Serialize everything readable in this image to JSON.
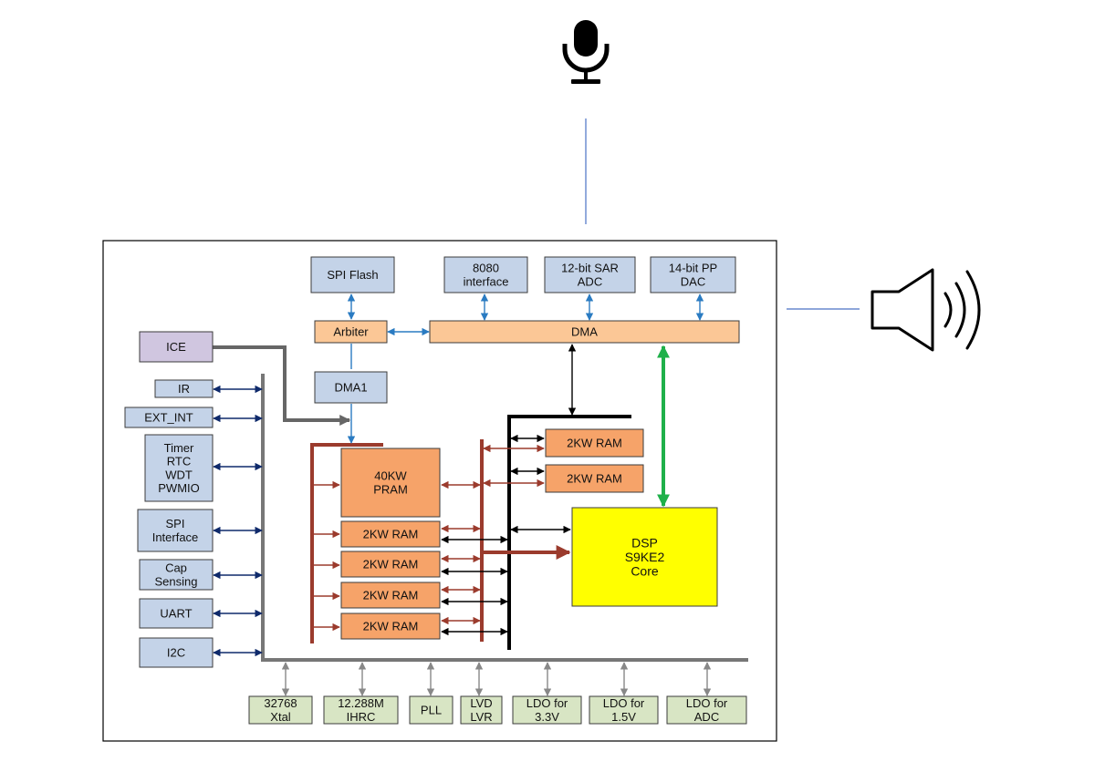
{
  "colors": {
    "blue_box": "#c4d3e8",
    "orange_box": "#f6a369",
    "light_orange": "#fbc796",
    "yellow": "#ffff00",
    "lavender": "#d0c6e0",
    "green_box": "#d8e5c4",
    "dark_red": "#9b3b2d",
    "green_arrow": "#1fb04a",
    "navy": "#0f2a6b",
    "blue_arrow": "#2a7bc2",
    "gray": "#777777",
    "line_blue": "#4a72c4"
  },
  "icons": {
    "microphone": "microphone-icon",
    "speaker": "speaker-icon"
  },
  "top_blocks": {
    "spi_flash": [
      "SPI Flash"
    ],
    "interface_8080": [
      "8080",
      "interface"
    ],
    "adc": [
      "12-bit SAR",
      "ADC"
    ],
    "dac": [
      "14-bit PP",
      "DAC"
    ]
  },
  "bus_blocks": {
    "arbiter": "Arbiter",
    "dma": "DMA",
    "dma1": "DMA1",
    "ice": "ICE"
  },
  "peripherals": [
    {
      "lines": [
        "IR"
      ]
    },
    {
      "lines": [
        "EXT_INT"
      ]
    },
    {
      "lines": [
        "Timer",
        "RTC",
        "WDT",
        "PWMIO"
      ]
    },
    {
      "lines": [
        "SPI",
        "Interface"
      ]
    },
    {
      "lines": [
        "Cap",
        "Sensing"
      ]
    },
    {
      "lines": [
        "UART"
      ]
    },
    {
      "lines": [
        "I2C"
      ]
    }
  ],
  "memory": {
    "pram": [
      "40KW",
      "PRAM"
    ],
    "ram_left": [
      "2KW RAM",
      "2KW RAM",
      "2KW RAM",
      "2KW RAM"
    ],
    "ram_right": [
      "2KW RAM",
      "2KW RAM"
    ]
  },
  "dsp": [
    "DSP",
    "S9KE2",
    "Core"
  ],
  "bottom_blocks": [
    {
      "lines": [
        "32768",
        "Xtal"
      ]
    },
    {
      "lines": [
        "12.288M",
        "IHRC"
      ]
    },
    {
      "lines": [
        "PLL"
      ]
    },
    {
      "lines": [
        "LVD",
        "LVR"
      ]
    },
    {
      "lines": [
        "LDO for",
        "3.3V"
      ]
    },
    {
      "lines": [
        "LDO for",
        "1.5V"
      ]
    },
    {
      "lines": [
        "LDO for",
        "ADC"
      ]
    }
  ]
}
